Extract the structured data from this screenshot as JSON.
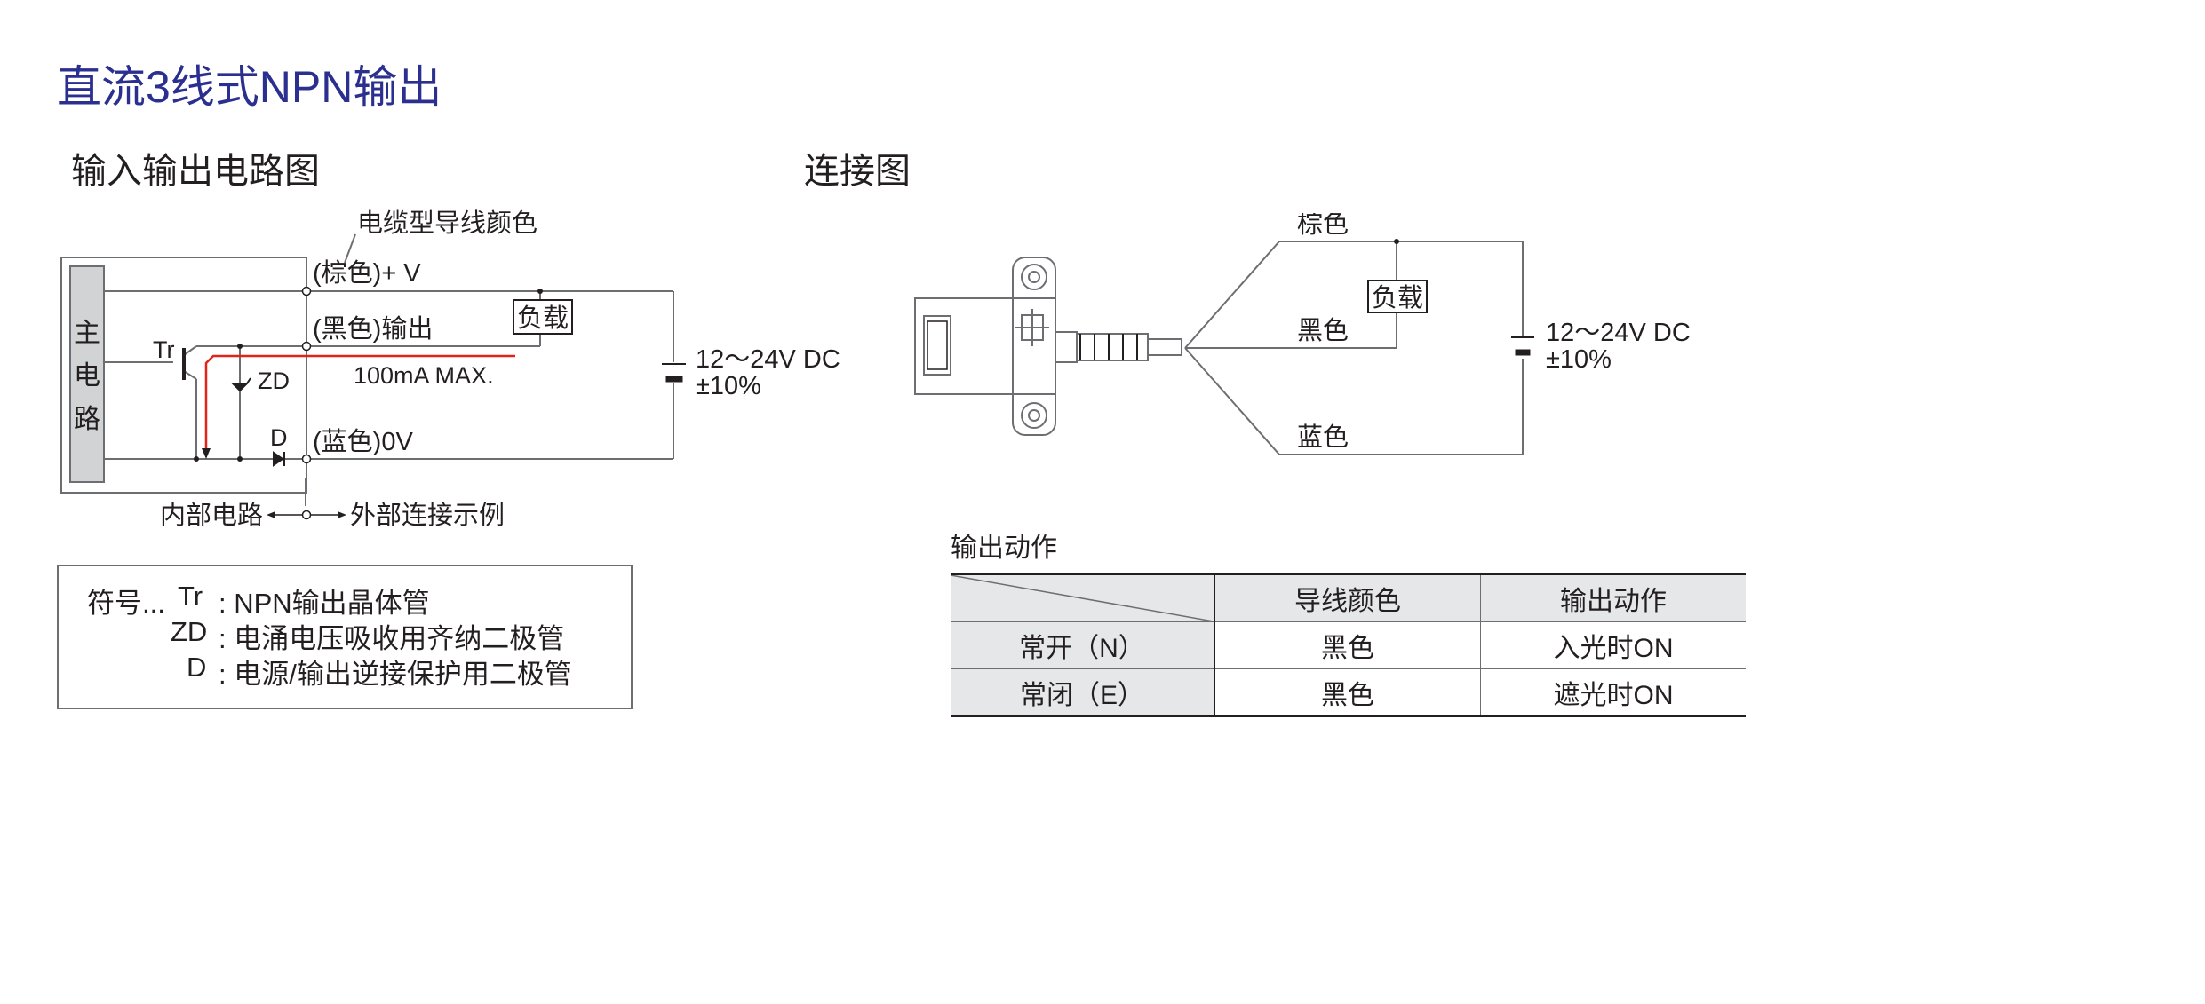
{
  "page": {
    "title": "直流3线式NPN输出"
  },
  "circuit": {
    "heading": "输入输出电路图",
    "cable_color_label": "电缆型导线颜色",
    "main_circuit_label": [
      "主",
      "电",
      "路"
    ],
    "tr_label": "Tr",
    "zd_label": "ZD",
    "d_label": "D",
    "brown_label": "(棕色)+ V",
    "black_label": "(黑色)输出",
    "blue_label": "(蓝色)0V",
    "load_label": "负载",
    "current_label": "100mA MAX.",
    "voltage_label": "12～24V DC",
    "tolerance_label": "±10%",
    "internal_label": "内部电路",
    "external_label": "外部连接示例",
    "red_path_color": "#e2231a",
    "wire_color": "#6d6e71"
  },
  "legend": {
    "prefix": "符号...",
    "items": [
      {
        "symbol": "Tr",
        "desc": ": NPN输出晶体管"
      },
      {
        "symbol": "ZD",
        "desc": ": 电涌电压吸收用齐纳二极管"
      },
      {
        "symbol": "D",
        "desc": ": 电源/输出逆接保护用二极管"
      }
    ]
  },
  "connection": {
    "heading": "连接图",
    "brown_label": "棕色",
    "black_label": "黑色",
    "blue_label": "蓝色",
    "load_label": "负载",
    "voltage_label": "12～24V DC",
    "tolerance_label": "±10%"
  },
  "output_table": {
    "title": "输出动作",
    "headers": [
      "",
      "导线颜色",
      "输出动作"
    ],
    "rows": [
      {
        "mode": "常开（N）",
        "wire": "黑色",
        "action": "入光时ON"
      },
      {
        "mode": "常闭（E）",
        "wire": "黑色",
        "action": "遮光时ON"
      }
    ]
  }
}
